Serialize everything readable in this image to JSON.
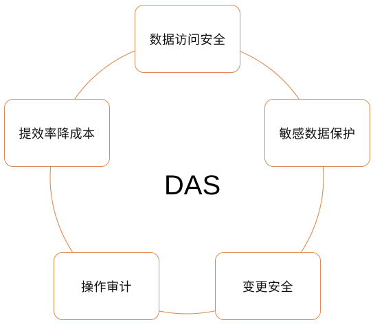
{
  "diagram": {
    "center_label": "DAS",
    "nodes": [
      {
        "label": "数据访问安全"
      },
      {
        "label": "敏感数据保护"
      },
      {
        "label": "变更安全"
      },
      {
        "label": "操作审计"
      },
      {
        "label": "提效率降成本"
      }
    ],
    "colors": {
      "ring": "#e08a4f",
      "node_border": "#e08a4f",
      "text": "#111111"
    }
  }
}
